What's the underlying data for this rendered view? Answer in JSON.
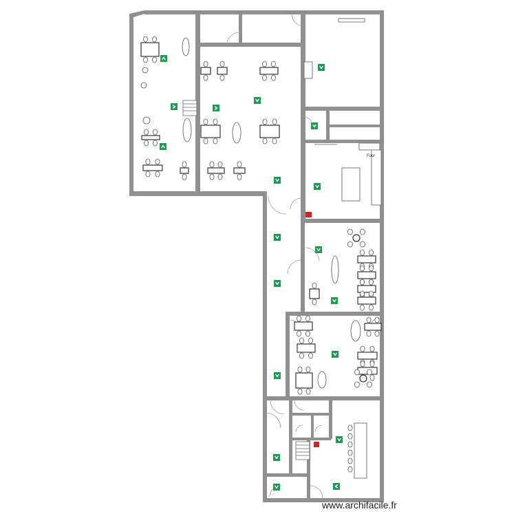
{
  "plan": {
    "watermark": "www.archifacile.fr",
    "room_labels": [
      "Four"
    ],
    "colors": {
      "wall": "#8f8f8f",
      "exit_sign": "#1d9b52",
      "extinguisher": "#c62828"
    },
    "symbols": [
      "wall",
      "door",
      "table",
      "chair",
      "stair",
      "exit-sign",
      "fire-extinguisher"
    ]
  }
}
